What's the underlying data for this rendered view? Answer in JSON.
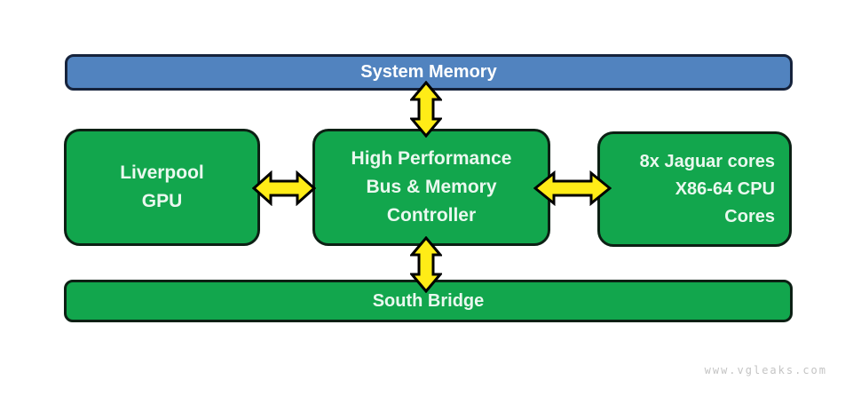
{
  "colors": {
    "page-bg": "#ffffff",
    "memory-fill": "#5183bf",
    "memory-border": "#16233c",
    "memory-text": "#ffffff",
    "node-fill": "#12a64d",
    "node-border": "#0c2014",
    "node-text": "#eaf8ef",
    "arrow-fill": "#ffec17",
    "arrow-stroke": "#000000",
    "watermark-text": "#c4c4c4"
  },
  "nodes": {
    "system_memory": {
      "label": "System Memory"
    },
    "liverpool_gpu": {
      "lines": [
        "Liverpool",
        "GPU"
      ]
    },
    "bus_controller": {
      "lines": [
        "High Performance",
        "Bus & Memory",
        "Controller"
      ]
    },
    "jaguar_cores": {
      "lines": [
        "8x Jaguar cores",
        "X86-64 CPU",
        "Cores"
      ]
    },
    "south_bridge": {
      "label": "South Bridge"
    }
  },
  "connections": [
    {
      "from": "system_memory",
      "to": "bus_controller",
      "type": "bidirectional"
    },
    {
      "from": "liverpool_gpu",
      "to": "bus_controller",
      "type": "bidirectional"
    },
    {
      "from": "bus_controller",
      "to": "jaguar_cores",
      "type": "bidirectional"
    },
    {
      "from": "bus_controller",
      "to": "south_bridge",
      "type": "bidirectional"
    }
  ],
  "watermark": "www.vgleaks.com"
}
